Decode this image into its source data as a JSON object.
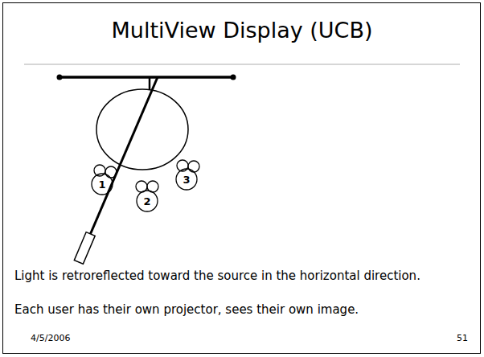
{
  "diagram": {
    "title": "MultiView Display (UCB)",
    "nodes": [
      {
        "text": [
          "1"
        ]
      },
      {
        "text": [
          "2"
        ]
      },
      {
        "text": [
          "3"
        ]
      }
    ],
    "labels": [
      "Light is retroreflected toward the source in the horizontal direction.",
      "Each user has their own projector, sees their own image.",
      "4/5/2006",
      "51"
    ]
  }
}
